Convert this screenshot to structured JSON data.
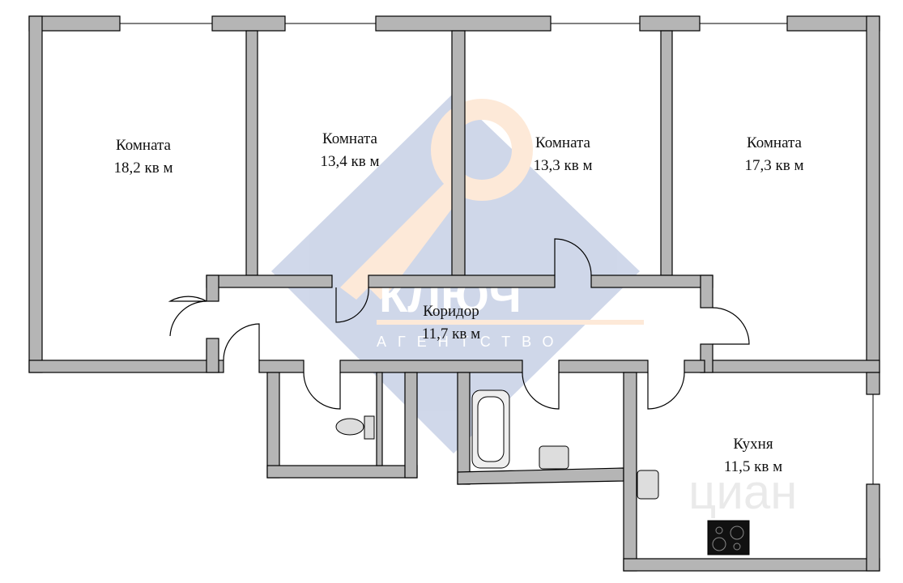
{
  "rooms": [
    {
      "name": "Комната",
      "area": "18,2 кв м"
    },
    {
      "name": "Комната",
      "area": "13,4 кв м"
    },
    {
      "name": "Комната",
      "area": "13,3 кв м"
    },
    {
      "name": "Комната",
      "area": "17,3 кв м"
    },
    {
      "name": "Коридор",
      "area": "11,7 кв м"
    },
    {
      "name": "Кухня",
      "area": "11,5 кв м"
    }
  ],
  "watermarks": {
    "logo_text": "КЛЮЧ",
    "logo_subtext": "АГЕНТСТВО",
    "site": "циан"
  },
  "colors": {
    "wall": "#b5b5b5",
    "logo_blue": "#2b4fa0",
    "logo_orange": "#f7a050"
  }
}
